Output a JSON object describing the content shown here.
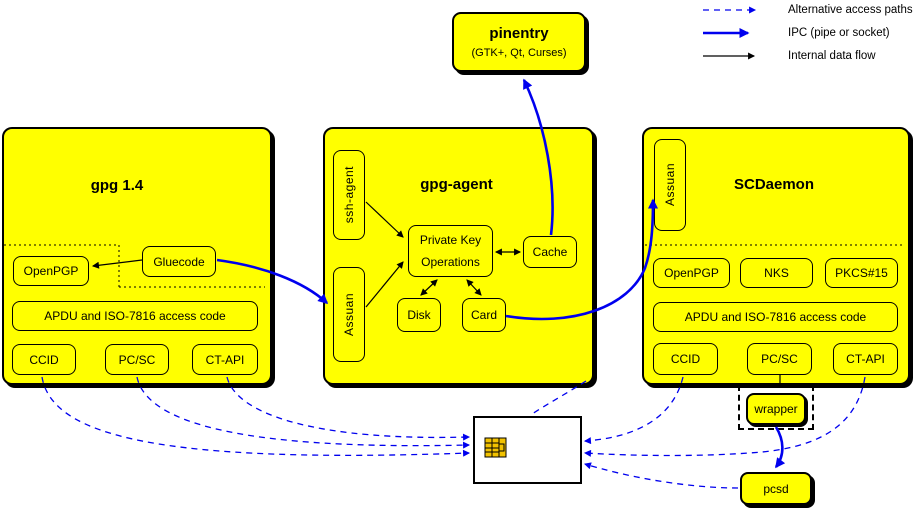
{
  "legend": {
    "items": [
      {
        "style": "dashed-blue-arrow",
        "label": "Alternative access paths"
      },
      {
        "style": "solid-blue-arrow",
        "label": "IPC (pipe or socket)"
      },
      {
        "style": "solid-black-arrow",
        "label": "Internal data flow"
      }
    ]
  },
  "pinentry": {
    "title": "pinentry",
    "subtitle": "(GTK+, Qt, Curses)"
  },
  "gpg14": {
    "title": "gpg 1.4",
    "openpgp": "OpenPGP",
    "gluecode": "Gluecode",
    "apdu": "APDU and ISO-7816 access code",
    "ccid": "CCID",
    "pcsc": "PC/SC",
    "ctapi": "CT-API"
  },
  "gpgagent": {
    "title": "gpg-agent",
    "sshagent": "ssh-agent",
    "assuan": "Assuan",
    "pko_line1": "Private Key",
    "pko_line2": "Operations",
    "cache": "Cache",
    "disk": "Disk",
    "card": "Card"
  },
  "scdaemon": {
    "title": "SCDaemon",
    "assuan": "Assuan",
    "openpgp": "OpenPGP",
    "nks": "NKS",
    "pkcs15": "PKCS#15",
    "apdu": "APDU and ISO-7816 access code",
    "ccid": "CCID",
    "pcsc": "PC/SC",
    "ctapi": "CT-API",
    "wrapper": "wrapper"
  },
  "pcsd": {
    "label": "pcsd"
  },
  "colors": {
    "module_fill": "#FFFF00",
    "ipc_arrow": "#0000EE",
    "alt_path_arrow": "#0000EE",
    "internal_arrow": "#000000"
  }
}
